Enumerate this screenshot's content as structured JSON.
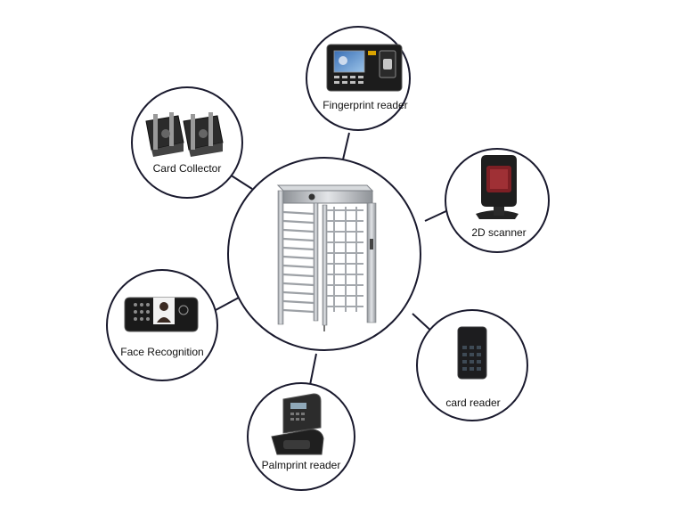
{
  "diagram": {
    "center": {
      "name": "full height turnstile"
    },
    "nodes": [
      {
        "id": "fingerprint",
        "label": "Fingerprint reader",
        "icon": "fingerprint-terminal-icon"
      },
      {
        "id": "card-collector",
        "label": "Card Collector",
        "icon": "card-collector-icon"
      },
      {
        "id": "scanner-2d",
        "label": "2D scanner",
        "icon": "barcode-scanner-icon"
      },
      {
        "id": "face",
        "label": "Face Recognition",
        "icon": "face-terminal-icon"
      },
      {
        "id": "card-reader",
        "label": "card reader",
        "icon": "card-reader-icon"
      },
      {
        "id": "palmprint",
        "label": "Palmprint reader",
        "icon": "palm-reader-icon"
      }
    ],
    "colors": {
      "circle_stroke": "#1a1a2e",
      "connector": "#1a1a2e",
      "metal": "#b9bdc2"
    }
  }
}
